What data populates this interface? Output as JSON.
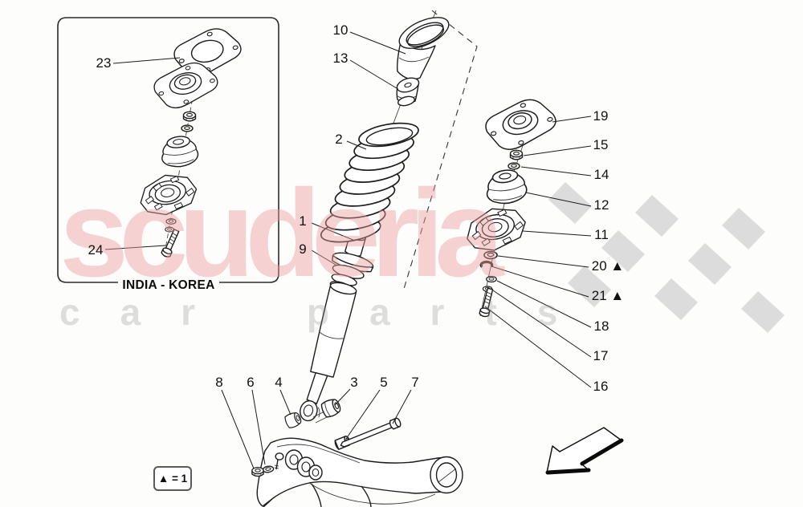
{
  "watermark": {
    "line1": "scuderia",
    "line2": "car parts",
    "color_primary": "#f3c9c9",
    "color_secondary": "#e2e2e2"
  },
  "inset_box": {
    "label": "INDIA - KOREA"
  },
  "legend": {
    "label": "▲ = 1"
  },
  "callouts": [
    {
      "num": "23"
    },
    {
      "num": "24"
    },
    {
      "num": "10"
    },
    {
      "num": "13"
    },
    {
      "num": "2"
    },
    {
      "num": "1"
    },
    {
      "num": "9"
    },
    {
      "num": "8"
    },
    {
      "num": "6"
    },
    {
      "num": "4"
    },
    {
      "num": "3"
    },
    {
      "num": "5"
    },
    {
      "num": "7"
    },
    {
      "num": "19"
    },
    {
      "num": "15"
    },
    {
      "num": "14"
    },
    {
      "num": "12"
    },
    {
      "num": "11"
    },
    {
      "num": "20 ▲"
    },
    {
      "num": "21 ▲"
    },
    {
      "num": "18"
    },
    {
      "num": "17"
    },
    {
      "num": "16"
    }
  ],
  "colors": {
    "background": "#fdfdfb",
    "line_art": "#1c1c1c",
    "flag_gray": "#dcdcdc"
  }
}
